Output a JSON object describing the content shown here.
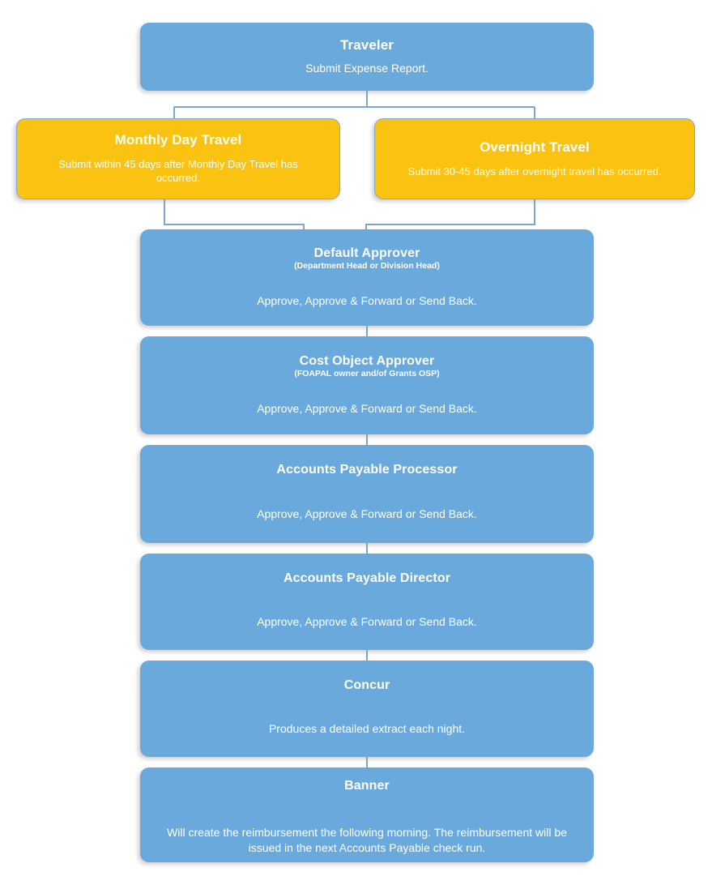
{
  "diagram": {
    "title": "Travel Expense Report Approval Workflow",
    "colors": {
      "node_blue": "#6aa9dc",
      "node_yellow": "#fbc311",
      "connector": "#7aa6cf",
      "text": "#ffffff",
      "background": "#ffffff"
    }
  },
  "nodes": {
    "traveler": {
      "title": "Traveler",
      "body": "Submit Expense Report."
    },
    "monthly_day_travel": {
      "title": "Monthly Day Travel",
      "body": "Submit within 45 days after Monthly Day Travel has occurred."
    },
    "overnight_travel": {
      "title": "Overnight Travel",
      "body": "Submit 30-45 days after overnight travel has occurred."
    },
    "default_approver": {
      "title": "Default Approver",
      "subtitle": "(Department Head or Division Head)",
      "body": "Approve, Approve & Forward or Send Back."
    },
    "cost_object_approver": {
      "title": "Cost Object Approver",
      "subtitle": "(FOAPAL owner and/of Grants OSP)",
      "body": "Approve, Approve & Forward or Send Back."
    },
    "accounts_payable_processor": {
      "title": "Accounts Payable Processor",
      "body": "Approve, Approve & Forward or Send Back."
    },
    "accounts_payable_director": {
      "title": "Accounts Payable Director",
      "body": "Approve, Approve & Forward or Send Back."
    },
    "concur": {
      "title": "Concur",
      "body": "Produces a detailed extract each night."
    },
    "banner": {
      "title": "Banner",
      "body": "Will create the reimbursement the following morning. The reimbursement will be issued in the next Accounts Payable check run."
    }
  }
}
